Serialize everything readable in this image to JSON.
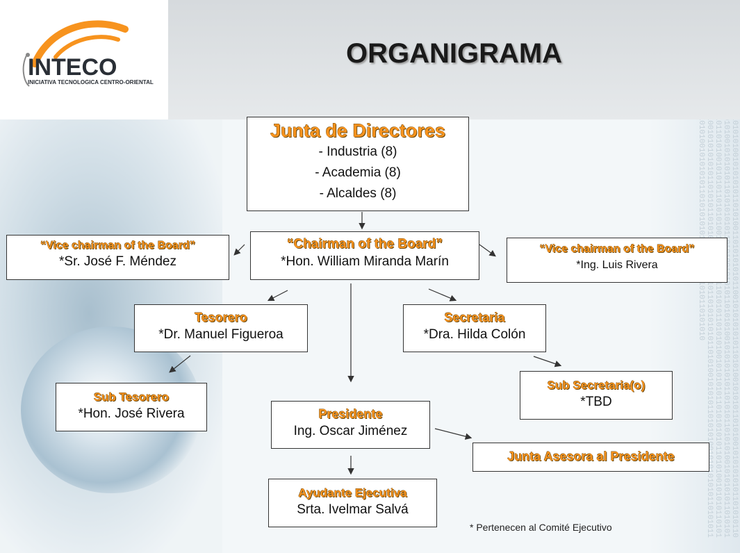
{
  "header": {
    "title": "ORGANIGRAMA",
    "logo_text": "INTECO",
    "logo_subtitle": "INICIATIVA TECNOLOGICA CENTRO-ORIENTAL"
  },
  "board": {
    "title": "Junta de Directores",
    "items": [
      "- Industria (8)",
      "- Academia (8)",
      "- Alcaldes (8)"
    ]
  },
  "chairman": {
    "role": "“Chairman of the Board”",
    "person": "*Hon. William Miranda Marín"
  },
  "vice_left": {
    "role": "“Vice chairman of the Board”",
    "person": "*Sr. José F. Méndez"
  },
  "vice_right": {
    "role": "“Vice chairman of the Board”",
    "person": "*Ing. Luis Rivera"
  },
  "tesorero": {
    "role": "Tesorero",
    "person": "*Dr. Manuel Figueroa"
  },
  "secretaria": {
    "role": "Secretaria",
    "person": "*Dra. Hilda Colón"
  },
  "sub_tesorero": {
    "role": "Sub Tesorero",
    "person": "*Hon. José Rivera"
  },
  "sub_secretaria": {
    "role": "Sub Secretaria(o)",
    "person": "*TBD"
  },
  "presidente": {
    "role": "Presidente",
    "person": "Ing. Oscar Jiménez"
  },
  "junta_asesora": {
    "role": "Junta Asesora al Presidente"
  },
  "ayudante": {
    "role": "Ayudante Ejecutiva",
    "person": "Srta. Ivelmar Salvá"
  },
  "footnote": "* Pertenecen al  Comité Ejecutivo",
  "colors": {
    "role_text": "#f7931e",
    "logo_orange": "#f7931e",
    "line": "#333333"
  }
}
